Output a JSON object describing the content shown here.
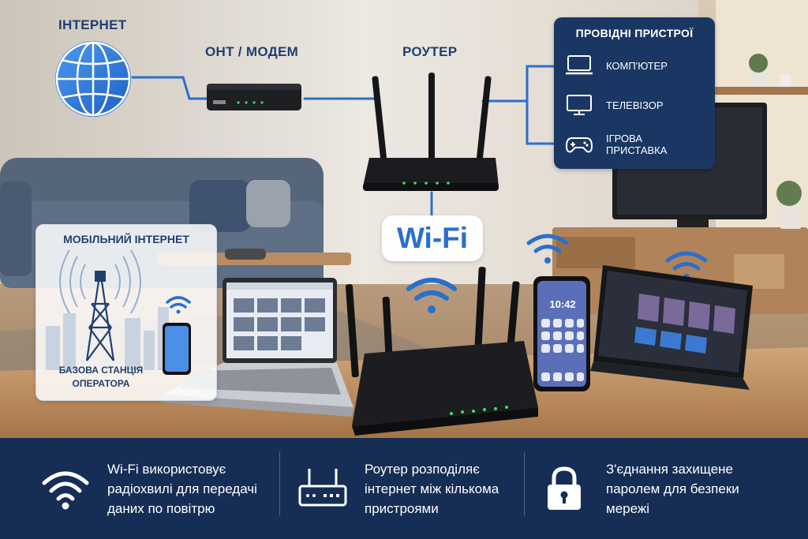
{
  "diagram": {
    "internet_label": "ІНТЕРНЕТ",
    "modem_label": "ОНТ / МОДЕМ",
    "router_label": "РОУТЕР",
    "wired_devices": {
      "title": "ПРОВІДНІ ПРИСТРОЇ",
      "items": [
        {
          "label": "КОМП'ЮТЕР",
          "icon": "monitor-icon"
        },
        {
          "label": "ТЕЛЕВІЗОР",
          "icon": "tv-icon"
        },
        {
          "label": "ІГРОВА ПРИСТАВКА",
          "icon": "gamepad-icon"
        }
      ]
    },
    "mobile": {
      "title": "МОБІЛЬНИЙ ІНТЕРНЕТ",
      "station_line1": "БАЗОВА СТАНЦІЯ",
      "station_line2": "ОПЕРАТОРА"
    },
    "wifi_badge": "Wi-Fi",
    "device_screens": {
      "phone_time": "10:42"
    }
  },
  "footer": {
    "items": [
      {
        "icon": "wifi-icon",
        "line1": "Wi-Fi використовує",
        "line2": "радіохвилі для передачі",
        "line3": "даних по повітрю"
      },
      {
        "icon": "router-icon",
        "line1": "Роутер розподіляє",
        "line2": "інтернет між кількома",
        "line3": "пристроями"
      },
      {
        "icon": "lock-icon",
        "line1": "З'єднання захищене",
        "line2": "паролем для безпеки",
        "line3": "мережі"
      }
    ]
  },
  "colors": {
    "accent_blue": "#2a6fcc",
    "navy": "#162e55",
    "panel_navy": "#1a3764",
    "label_blue": "#1f3f72",
    "led_green": "#3ddc6a"
  }
}
